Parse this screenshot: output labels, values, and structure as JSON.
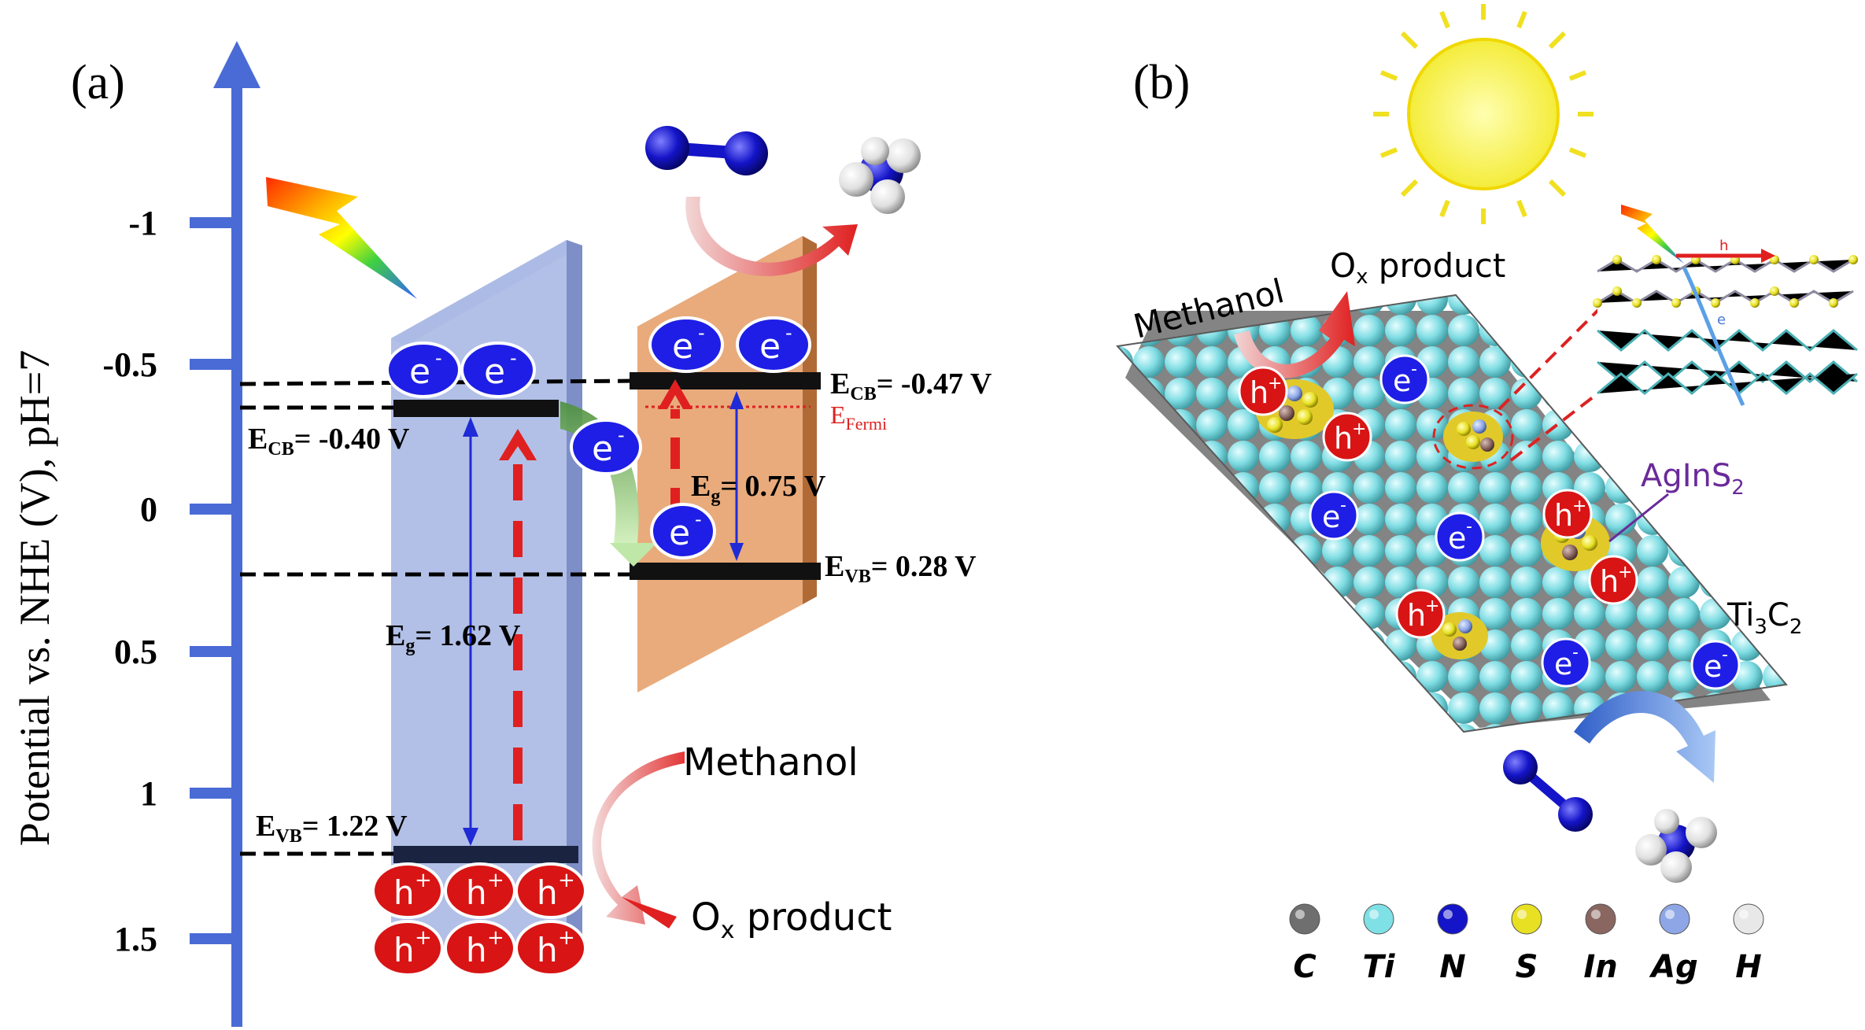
{
  "panel_a": {
    "label": "(a)",
    "axis": {
      "title": "Potential vs. NHE (V), pH=7",
      "ticks": [
        "-1",
        "-0.5",
        "0",
        "0.5",
        "1",
        "1.5"
      ]
    },
    "left_semiconductor": {
      "ecb_prefix": "E",
      "ecb_sub": "CB",
      "ecb_value": "= -0.40 V",
      "evb_prefix": "E",
      "evb_sub": "VB",
      "evb_value": "= 1.22 V",
      "eg_prefix": "E",
      "eg_sub": "g",
      "eg_value": "= 1.62 V",
      "color": "#aebde6"
    },
    "right_semiconductor": {
      "ecb_prefix": "E",
      "ecb_sub": "CB",
      "ecb_value": "= -0.47 V",
      "fermi_prefix": "E",
      "fermi_sub": "Fermi",
      "eg_prefix": "E",
      "eg_sub": "g",
      "eg_value": "= 0.75 V",
      "evb_prefix": "E",
      "evb_sub": "VB",
      "evb_value": "= 0.28 V",
      "color": "#e9ab7c"
    },
    "electron_label": "e",
    "electron_sup": "-",
    "hole_label": "h",
    "hole_sup": "+",
    "methanol": "Methanol",
    "ox_product_prefix": "O",
    "ox_product_sub": "x",
    "ox_product_suffix": " product"
  },
  "panel_b": {
    "label": "(b)",
    "methanol": "Methanol",
    "ox_product_prefix": "O",
    "ox_product_sub": "x",
    "ox_product_suffix": " product",
    "aginS2_main": "AgInS",
    "aginS2_sub": "2",
    "ti3c2_a": "Ti",
    "ti3c2_sub1": "3",
    "ti3c2_b": "C",
    "ti3c2_sub2": "2",
    "inset_h": "h",
    "inset_e": "e",
    "legend": [
      {
        "name": "C",
        "color": "#6f6f6f"
      },
      {
        "name": "Ti",
        "color": "#7fe0e6"
      },
      {
        "name": "N",
        "color": "#1414c8"
      },
      {
        "name": "S",
        "color": "#e8e022"
      },
      {
        "name": "In",
        "color": "#8a6660"
      },
      {
        "name": "Ag",
        "color": "#8ea6e6"
      },
      {
        "name": "H",
        "color": "#e8e8e8"
      }
    ]
  }
}
